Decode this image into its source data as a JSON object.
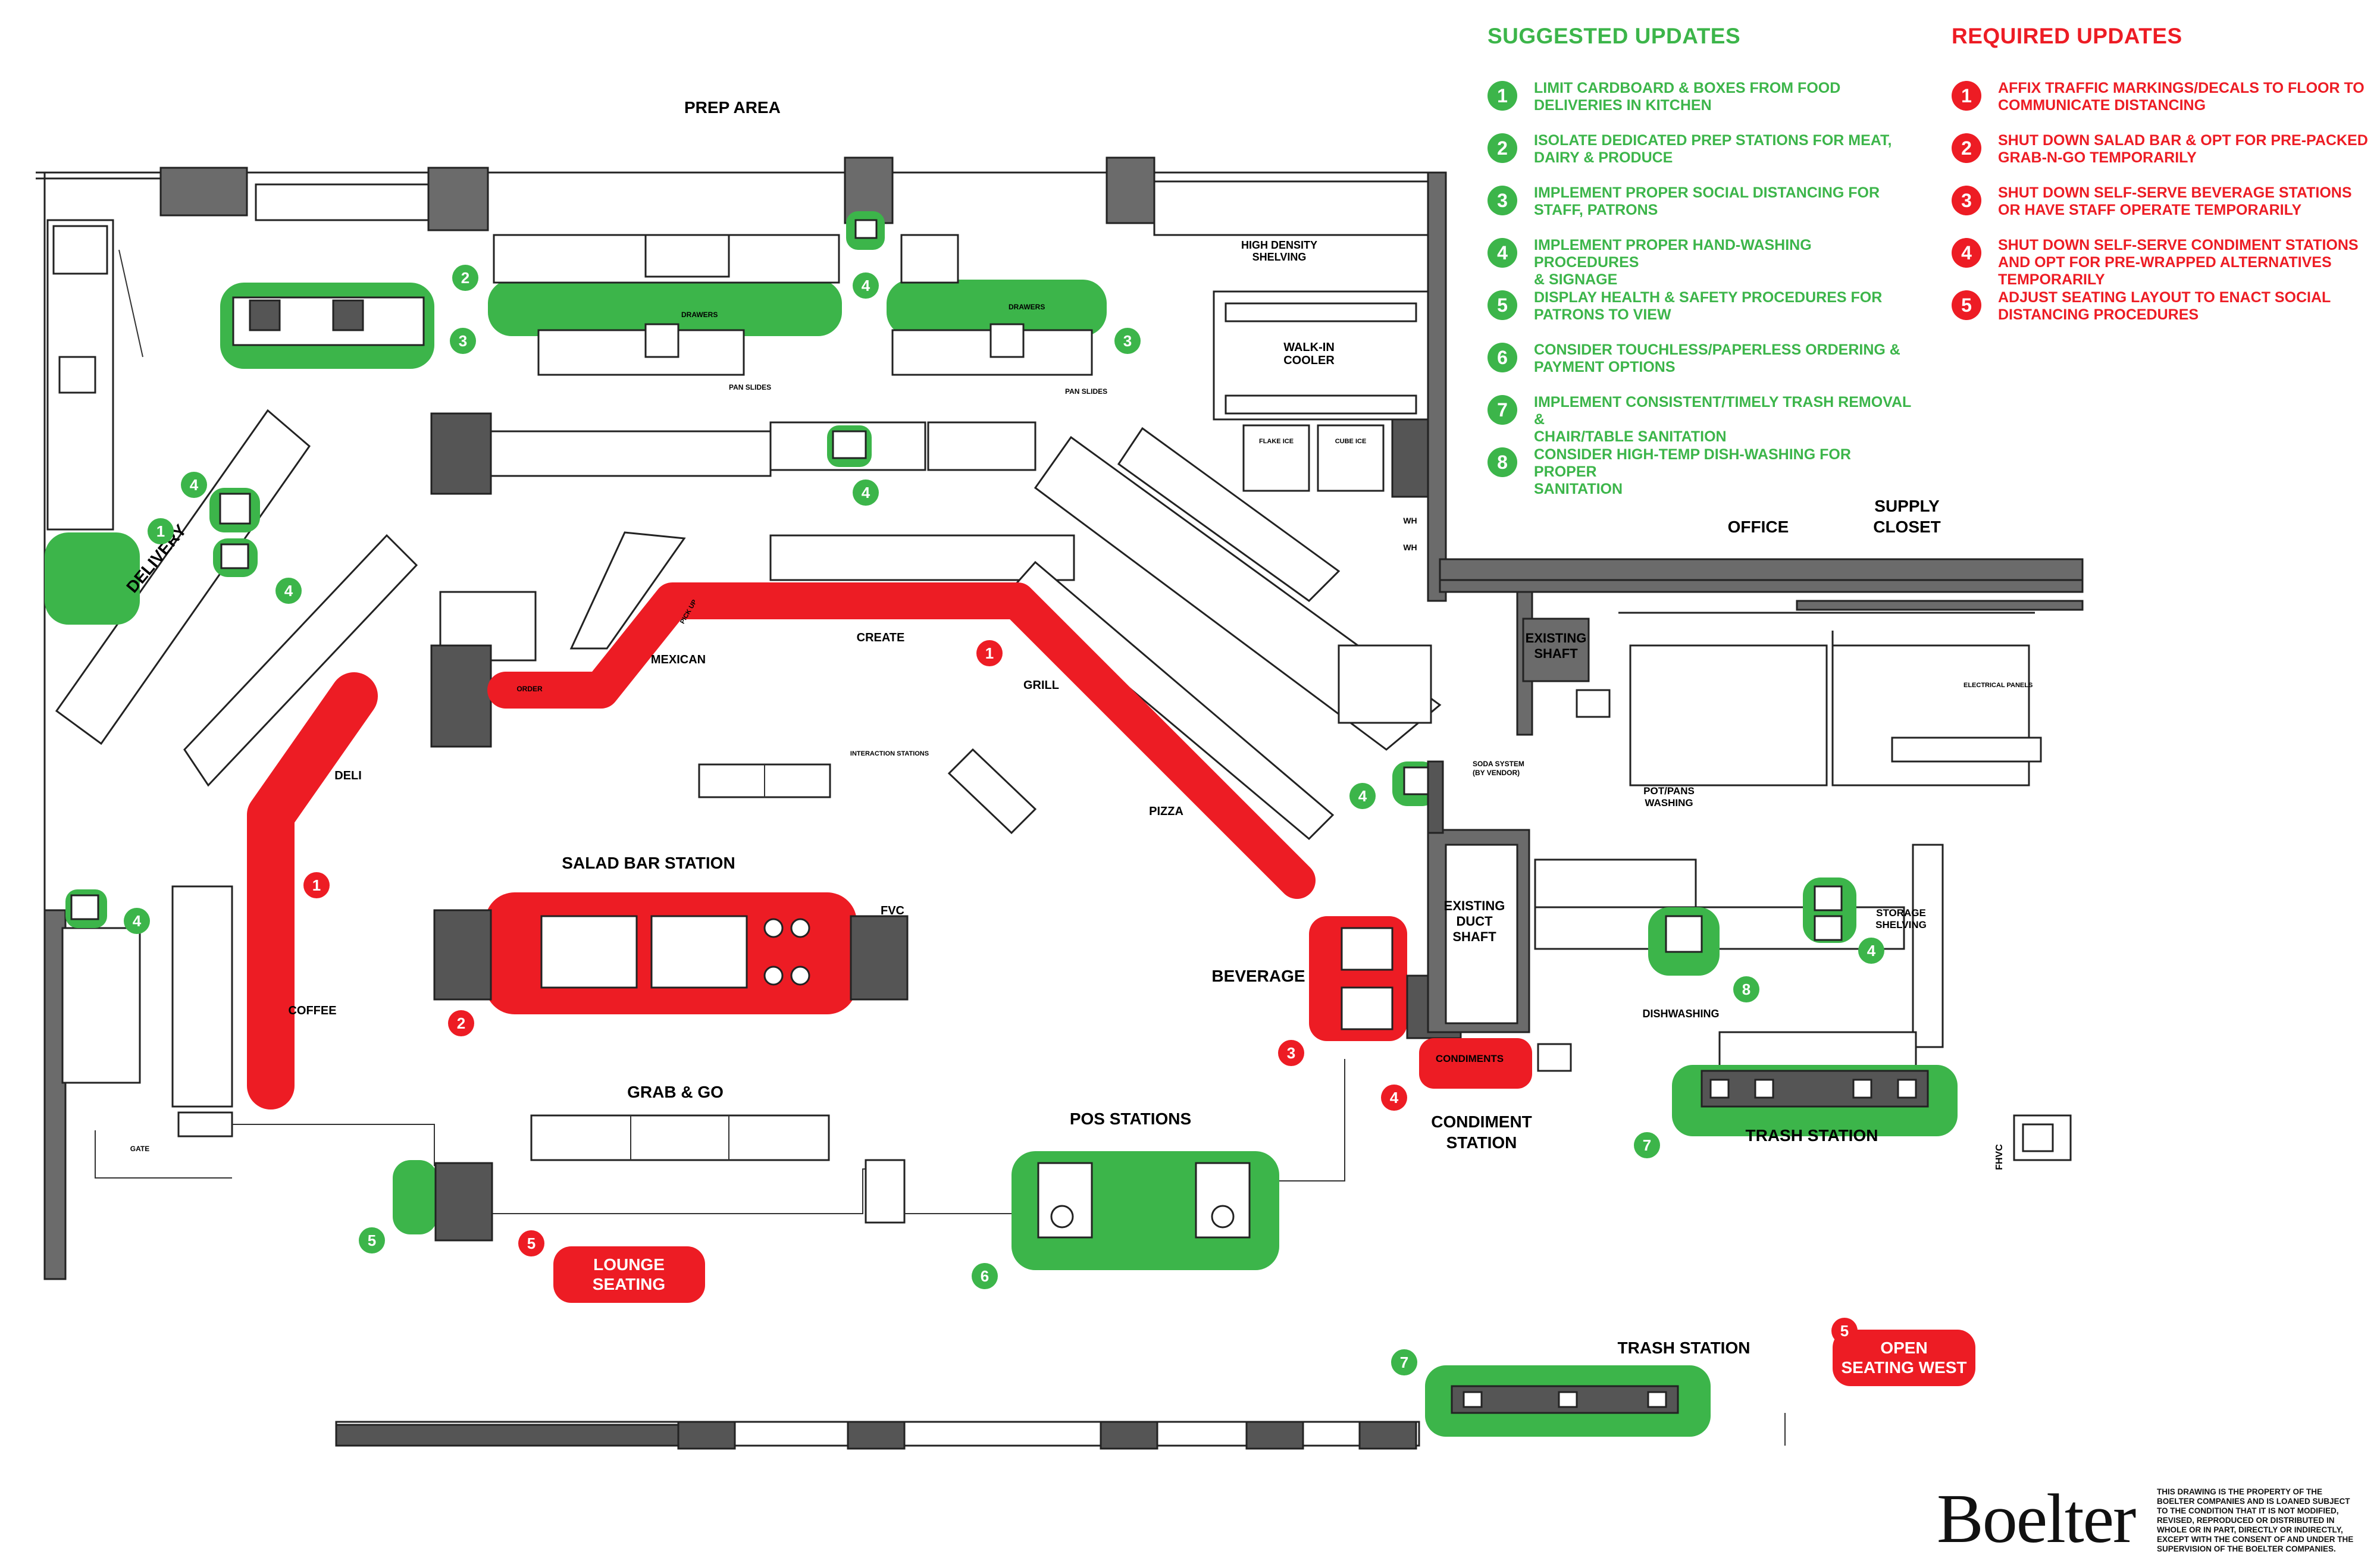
{
  "legend": {
    "suggested_title": "SUGGESTED UPDATES",
    "required_title": "REQUIRED UPDATES",
    "suggested": [
      {
        "n": "1",
        "line1": "LIMIT CARDBOARD & BOXES FROM FOOD",
        "line2": "DELIVERIES IN KITCHEN"
      },
      {
        "n": "2",
        "line1": "ISOLATE DEDICATED PREP STATIONS FOR MEAT,",
        "line2": "DAIRY & PRODUCE"
      },
      {
        "n": "3",
        "line1": "IMPLEMENT PROPER SOCIAL DISTANCING FOR",
        "line2": "STAFF, PATRONS"
      },
      {
        "n": "4",
        "line1": "IMPLEMENT PROPER HAND-WASHING PROCEDURES",
        "line2": "& SIGNAGE"
      },
      {
        "n": "5",
        "line1": "DISPLAY HEALTH & SAFETY PROCEDURES FOR",
        "line2": "PATRONS TO VIEW"
      },
      {
        "n": "6",
        "line1": "CONSIDER TOUCHLESS/PAPERLESS ORDERING &",
        "line2": "PAYMENT OPTIONS"
      },
      {
        "n": "7",
        "line1": "IMPLEMENT CONSISTENT/TIMELY TRASH REMOVAL &",
        "line2": "CHAIR/TABLE SANITATION"
      },
      {
        "n": "8",
        "line1": "CONSIDER HIGH-TEMP DISH-WASHING FOR PROPER",
        "line2": "SANITATION"
      }
    ],
    "required": [
      {
        "n": "1",
        "line1": "AFFIX TRAFFIC MARKINGS/DECALS TO FLOOR TO",
        "line2": "COMMUNICATE DISTANCING",
        "line3": ""
      },
      {
        "n": "2",
        "line1": "SHUT DOWN SALAD BAR & OPT FOR PRE-PACKED",
        "line2": "GRAB-N-GO TEMPORARILY",
        "line3": ""
      },
      {
        "n": "3",
        "line1": "SHUT DOWN SELF-SERVE BEVERAGE STATIONS",
        "line2": "OR HAVE STAFF OPERATE TEMPORARILY",
        "line3": ""
      },
      {
        "n": "4",
        "line1": "SHUT DOWN SELF-SERVE CONDIMENT STATIONS",
        "line2": "AND OPT FOR PRE-WRAPPED ALTERNATIVES",
        "line3": "TEMPORARILY"
      },
      {
        "n": "5",
        "line1": "ADJUST SEATING LAYOUT TO ENACT SOCIAL",
        "line2": "DISTANCING PROCEDURES",
        "line3": ""
      }
    ]
  },
  "labels": {
    "prep_area": "PREP AREA",
    "high_density_1": "HIGH DENSITY",
    "high_density_2": "SHELVING",
    "walk_in_1": "WALK-IN",
    "walk_in_2": "COOLER",
    "office": "OFFICE",
    "supply_1": "SUPPLY",
    "supply_2": "CLOSET",
    "delivery": "DELIVERY",
    "mexican": "MEXICAN",
    "create": "CREATE",
    "grill": "GRILL",
    "deli": "DELI",
    "pizza": "PIZZA",
    "salad_bar": "SALAD BAR STATION",
    "fvc": "FVC",
    "coffee": "COFFEE",
    "beverage": "BEVERAGE",
    "grab_go": "GRAB & GO",
    "pos": "POS STATIONS",
    "condiment_1": "CONDIMENT",
    "condiment_2": "STATION",
    "condiments": "CONDIMENTS",
    "trash_station": "TRASH STATION",
    "trash_station_2": "TRASH STATION",
    "dishwashing": "DISHWASHING",
    "pot_pans_1": "POT/PANS",
    "pot_pans_2": "WASHING",
    "storage_1": "STORAGE",
    "storage_2": "SHELVING",
    "existing_duct_1": "EXISTING",
    "existing_duct_2": "DUCT",
    "existing_duct_3": "SHAFT",
    "existing_shaft_1": "EXISTING",
    "existing_shaft_2": "SHAFT",
    "lounge_1": "LOUNGE",
    "lounge_2": "SEATING",
    "open_seat_1": "OPEN",
    "open_seat_2": "SEATING WEST",
    "soda_1": "SODA SYSTEM",
    "soda_2": "(BY VENDOR)",
    "pan_slides_1": "PAN SLIDES",
    "pan_slides_2": "PAN SLIDES",
    "drawers_1": "DRAWERS",
    "drawers_2": "DRAWERS",
    "electrical": "ELECTRICAL PANELS",
    "fhvc": "FHVC",
    "gate": "GATE",
    "order": "ORDER",
    "pickup": "PICK UP",
    "interaction": "INTERACTION STATIONS",
    "wh": "WH",
    "flake_ice": "FLAKE ICE",
    "cube_ice": "CUBE ICE"
  },
  "footer": {
    "logo": "Boelter",
    "note": "THIS DRAWING IS THE PROPERTY OF THE BOELTER COMPANIES AND IS LOANED SUBJECT TO THE CONDITION THAT IT IS NOT MODIFIED, REVISED, REPRODUCED OR DISTRIBUTED IN WHOLE OR IN PART, DIRECTLY OR INDIRECTLY, EXCEPT WITH THE CONSENT OF AND UNDER THE SUPERVISION OF THE BOELTER COMPANIES."
  },
  "colors": {
    "suggested": "#3cb54a",
    "required": "#ed1c24",
    "walls": "#6b6b6b"
  }
}
